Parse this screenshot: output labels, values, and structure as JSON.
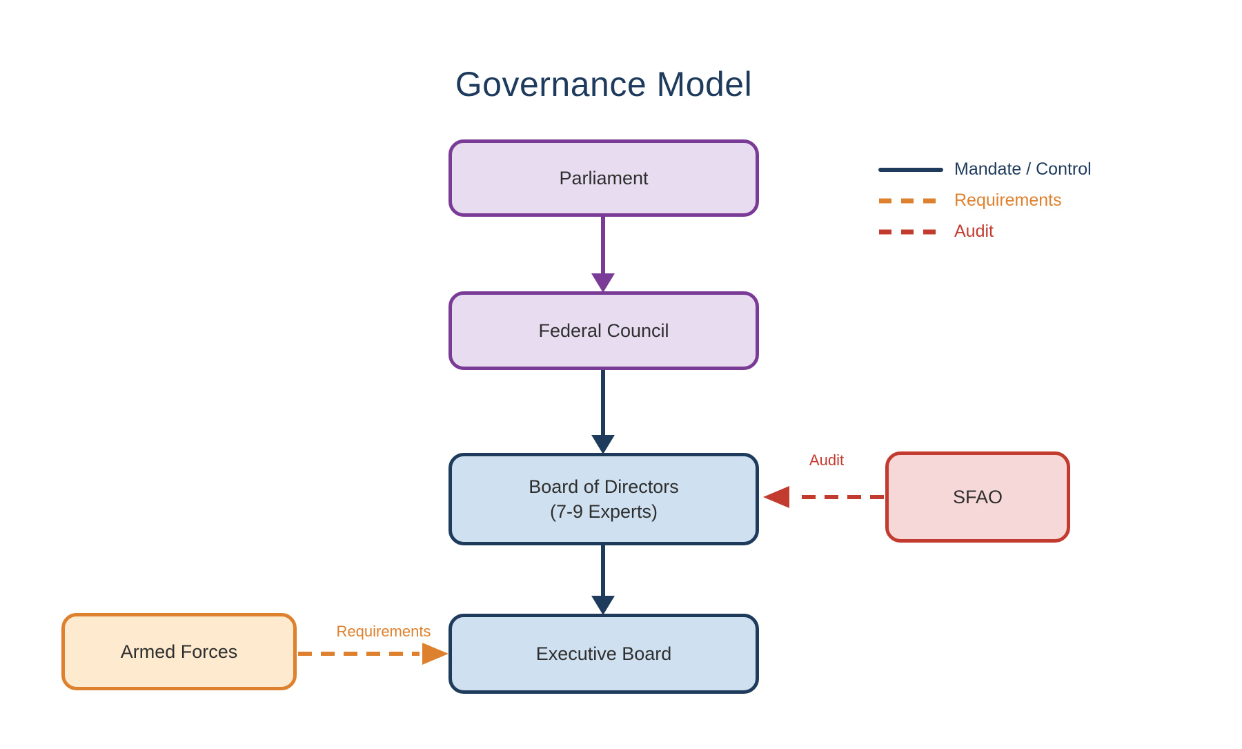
{
  "title": "Governance Model",
  "nodes": {
    "parliament": {
      "label": "Parliament"
    },
    "federal_council": {
      "label": "Federal Council"
    },
    "board_of_directors": {
      "line1": "Board of Directors",
      "line2": "(7-9 Experts)"
    },
    "executive_board": {
      "label": "Executive Board"
    },
    "sfao": {
      "label": "SFAO"
    },
    "armed_forces": {
      "label": "Armed Forces"
    }
  },
  "edges": {
    "audit_label": "Audit",
    "requirements_label": "Requirements"
  },
  "legend": {
    "items": [
      {
        "label": "Mandate / Control",
        "style": "solid",
        "color": "#1F3B5C"
      },
      {
        "label": "Requirements",
        "style": "dashed",
        "color": "#DE812E"
      },
      {
        "label": "Audit",
        "style": "dashed",
        "color": "#C23B2E"
      }
    ]
  },
  "colors": {
    "title_text": "#1E3A5C",
    "purple": "#7A3B96",
    "purple_fill": "#E8DCF1",
    "navy": "#1F3B5C",
    "blue_fill": "#CFE1F0",
    "red": "#C23B2E",
    "pink_fill": "#F7D8D8",
    "orange": "#DE812E",
    "peach_fill": "#FDEACF",
    "node_text": "#2E2E2E"
  }
}
